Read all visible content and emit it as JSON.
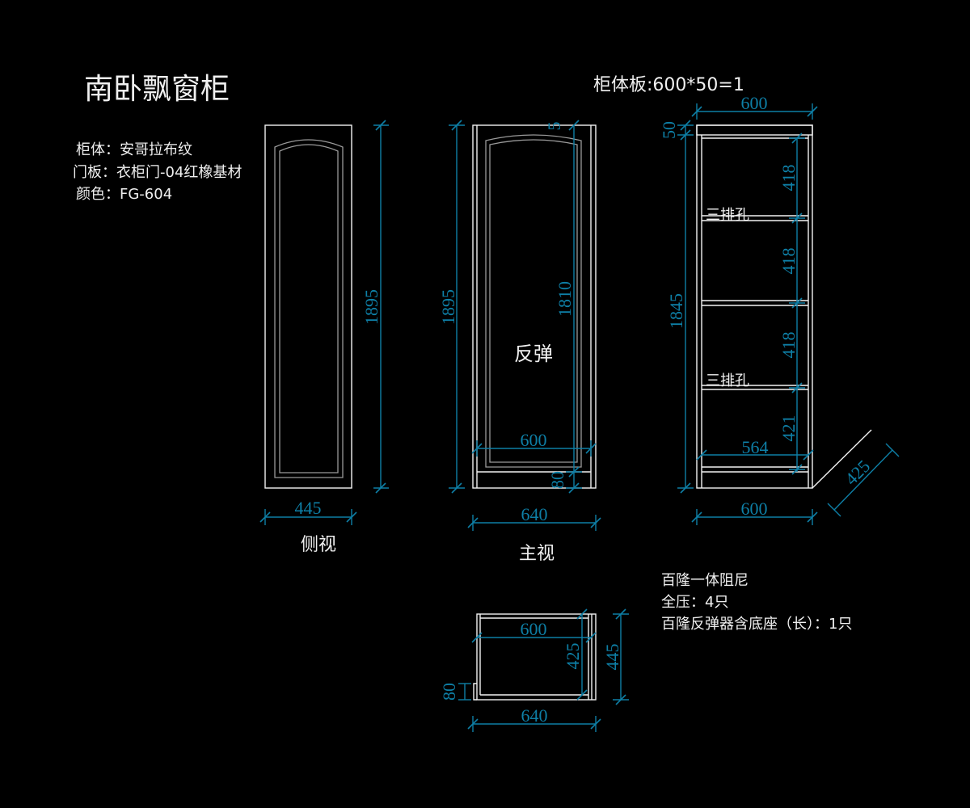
{
  "title": "南卧飘窗柜",
  "specs": [
    "柜体：安哥拉布纹",
    "门板：衣柜门-04红橡基材",
    "颜色：FG-604"
  ],
  "panel_note": "柜体板:600*50=1",
  "hardware_notes": [
    "百隆一体阻尼",
    "全压：4只",
    "百隆反弹器含底座（长）：1只"
  ],
  "views": {
    "side": {
      "label": "侧视",
      "dims": {
        "height": "1895",
        "width": "445"
      }
    },
    "front": {
      "label": "主视",
      "door_label": "反弹",
      "dims": {
        "height": "1895",
        "door_height": "1810",
        "top_gap": "5",
        "door_width": "600",
        "overall_width": "640",
        "kick": "80"
      }
    },
    "interior": {
      "shelf_note_1": "三排孔",
      "shelf_note_2": "三排孔",
      "dims": {
        "top_width": "600",
        "top_thick": "50",
        "height": "1845",
        "bay1": "418",
        "bay2": "418",
        "bay3": "418",
        "bay4": "421",
        "inner_width": "564",
        "bottom_width": "600",
        "depth": "425"
      }
    },
    "plan": {
      "dims": {
        "inner_width": "600",
        "depth_inner": "425",
        "depth_outer": "445",
        "kick": "80",
        "overall_width": "640"
      }
    }
  },
  "colors": {
    "background": "#000000",
    "line": "#f2f2f2",
    "dimension": "#0e7fa6"
  }
}
